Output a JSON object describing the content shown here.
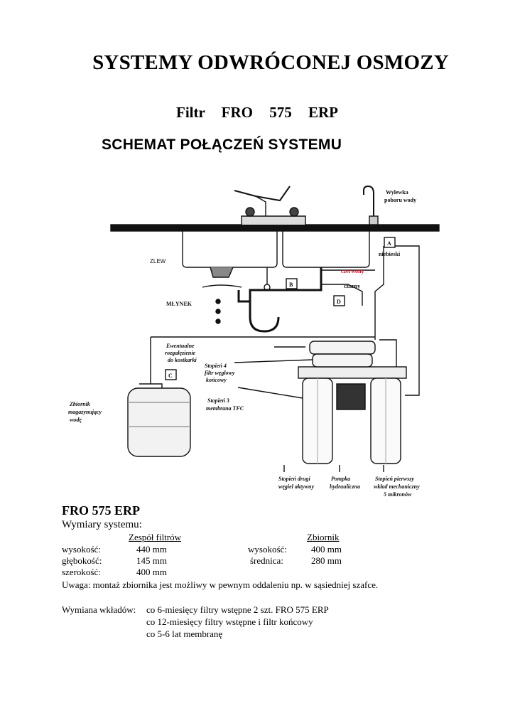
{
  "page": {
    "title": "SYSTEMY ODWRÓCONEJ OSMOZY",
    "subtitle": "Filtr    FRO 575 ERP"
  },
  "diagram": {
    "title": "SCHEMAT POŁĄCZEŃ SYSTEMU",
    "labels": {
      "spout_line1": "Wylewka",
      "spout_line2": "poboru wody",
      "marker_a": "A",
      "marker_b": "B",
      "marker_c": "C",
      "marker_d": "D",
      "niebieski": "niebieski",
      "czerwony": "czerwony",
      "czarny": "czarny",
      "zlew": "ZLEW",
      "mlynek": "MŁYNEK",
      "branch_line1": "Ewentualne",
      "branch_line2": "rozgałęzienie",
      "branch_line3": "do kostkarki",
      "stage4_line1": "Stopień 4",
      "stage4_line2": "filtr węglowy",
      "stage4_line3": "końcowy",
      "stage3_line1": "Stopień 3",
      "stage3_line2": "membrana TFC",
      "tank_line1": "Zbiornik",
      "tank_line2": "magazynujący",
      "tank_line3": "wodę",
      "stage2_line1": "Stopień drugi",
      "stage2_line2": "węgiel aktywny",
      "pump_line1": "Pompka",
      "pump_line2": "hydrauliczna",
      "stage1_line1": "Stopień pierwszy",
      "stage1_line2": "wkład mechaniczny",
      "stage1_line3": "5 mikronów"
    }
  },
  "specs": {
    "heading": "FRO 575 ERP",
    "subheading": "Wymiary systemu:",
    "filters_header": "Zespół filtrów",
    "tank_header": "Zbiornik",
    "filters": [
      {
        "label": "wysokość:",
        "value": "440 mm"
      },
      {
        "label": "głębokość:",
        "value": "145 mm"
      },
      {
        "label": "szerokość:",
        "value": "400 mm"
      }
    ],
    "tank": [
      {
        "label": "wysokość:",
        "value": "400 mm"
      },
      {
        "label": "średnica:",
        "value": "280 mm"
      }
    ],
    "note": "Uwaga: montaż zbiornika jest możliwy w pewnym oddaleniu np. w sąsiedniej szafce.",
    "replacement_label": "Wymiana wkładów:",
    "replacement": [
      "co 6-miesięcy filtry wstępne 2 szt. FRO 575 ERP",
      "co 12-miesięcy filtry wstępne i filtr końcowy",
      "co 5-6 lat membranę"
    ]
  },
  "colors": {
    "czerwony_label": "#d0182a",
    "line": "#111111"
  }
}
